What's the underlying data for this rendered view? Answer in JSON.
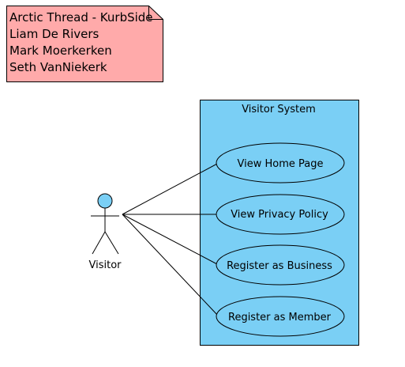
{
  "note": {
    "lines": [
      "Arctic Thread - KurbSide",
      "Liam De Rivers",
      "Mark Moerkerken",
      "Seth VanNiekerk"
    ]
  },
  "system": {
    "title": "Visitor System"
  },
  "actor": {
    "name": "Visitor"
  },
  "use_cases": [
    {
      "label": "View Home Page"
    },
    {
      "label": "View Privacy Policy"
    },
    {
      "label": "Register as Business"
    },
    {
      "label": "Register as Member"
    }
  ],
  "colors": {
    "note_fill": "#ffaaaa",
    "boundary_fill": "#7acff5",
    "actor_head_fill": "#7acff5",
    "stroke": "#000000"
  }
}
